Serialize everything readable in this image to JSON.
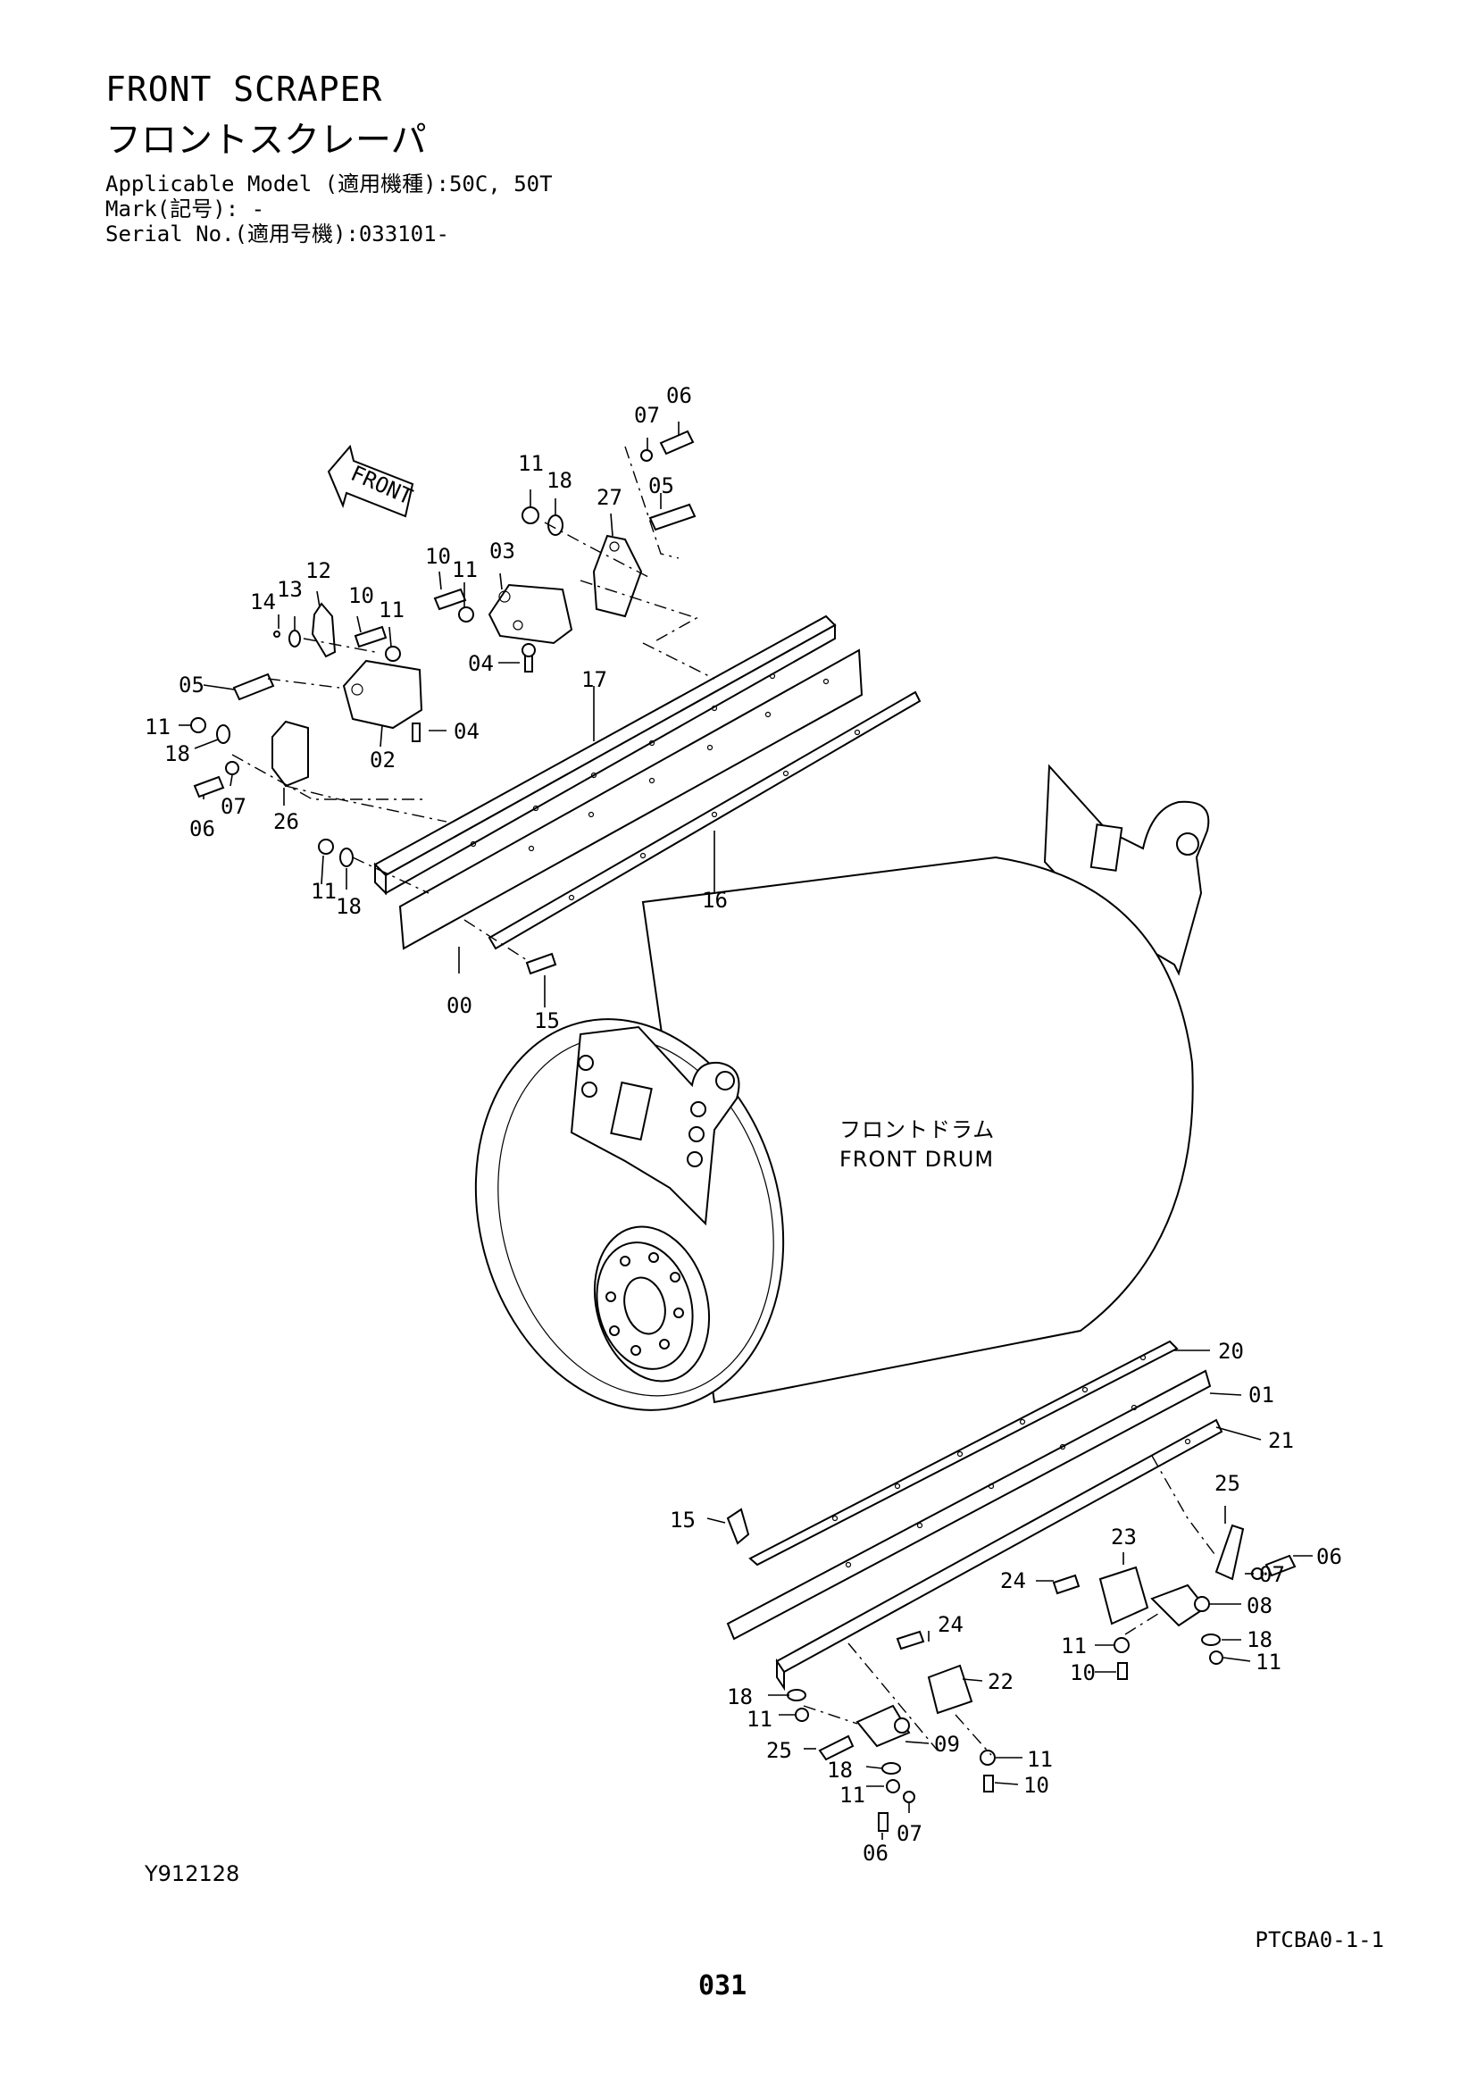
{
  "header": {
    "title_en": "FRONT SCRAPER",
    "title_jp": "フロントスクレーパ",
    "applicable_model": "Applicable Model (適用機種):50C, 50T",
    "mark": "Mark(記号): -",
    "serial_no": "Serial No.(適用号機):033101-"
  },
  "figure": {
    "front_arrow": "FRONT",
    "drum_label_jp": "フロントドラム",
    "drum_label_en": "FRONT DRUM",
    "callouts": {
      "c06a": "06",
      "c07a": "07",
      "c05a": "05",
      "c11a": "11",
      "c18a": "18",
      "c27": "27",
      "c10a": "10",
      "c11b": "11",
      "c03": "03",
      "c04a": "04",
      "c14": "14",
      "c13": "13",
      "c12": "12",
      "c10b": "10",
      "c11c": "11",
      "c05b": "05",
      "c11d": "11",
      "c18b": "18",
      "c06b": "06",
      "c07b": "07",
      "c26": "26",
      "c02": "02",
      "c04b": "04",
      "c17": "17",
      "c16": "16",
      "c11e": "11",
      "c18c": "18",
      "c00": "00",
      "c15a": "15",
      "c20": "20",
      "c01": "01",
      "c21": "21",
      "c25a": "25",
      "c23": "23",
      "c06c": "06",
      "c07c": "07",
      "c24a": "24",
      "c08": "08",
      "c11f": "11",
      "c18d": "18",
      "c10c": "10",
      "c11g": "11",
      "c15b": "15",
      "c24b": "24",
      "c22": "22",
      "c18e": "18",
      "c11h": "11",
      "c25b": "25",
      "c09": "09",
      "c11i": "11",
      "c10d": "10",
      "c18f": "18",
      "c11j": "11",
      "c07d": "07",
      "c06d": "06"
    }
  },
  "footer": {
    "figure_code": "Y912128",
    "page_code": "PTCBA0-1-1",
    "page_number": "031"
  }
}
